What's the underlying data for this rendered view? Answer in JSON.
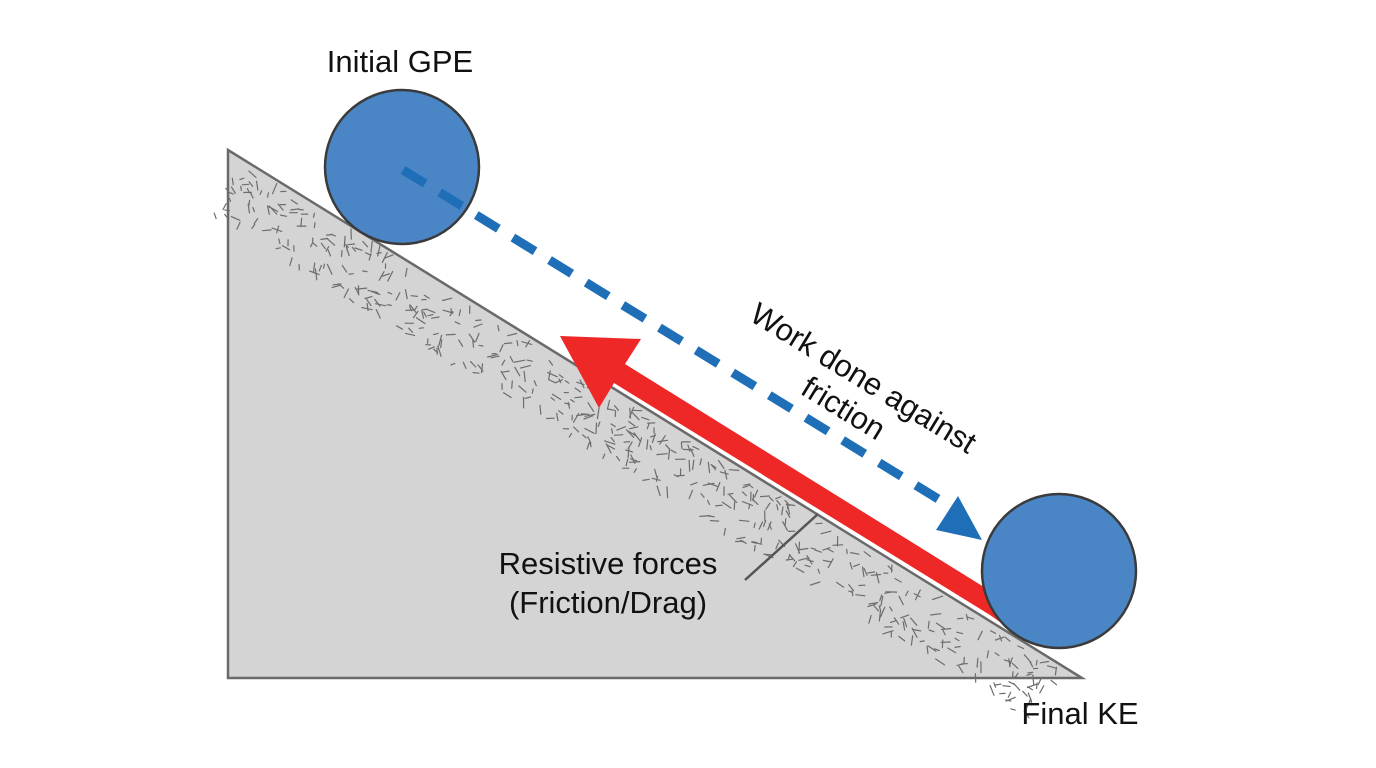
{
  "labels": {
    "initial": "Initial GPE",
    "final": "Final KE",
    "work_line1": "Work done against",
    "work_line2": "friction",
    "resistive_line1": "Resistive forces",
    "resistive_line2": "(Friction/Drag)"
  },
  "colors": {
    "ball": "#4a86c6",
    "ball_stroke": "#3b3b3b",
    "ramp_fill": "#d4d4d4",
    "ramp_stroke": "#6a6a6a",
    "friction_arrow": "#ee2727",
    "work_arrow": "#1f6fb8",
    "text": "#111111"
  }
}
